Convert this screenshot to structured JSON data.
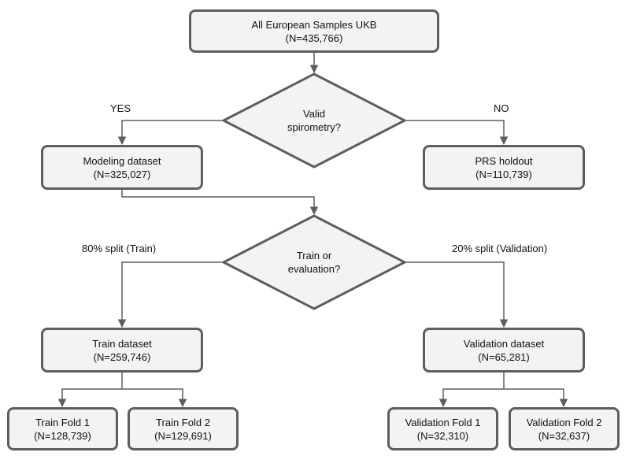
{
  "nodes": {
    "all_samples": {
      "line1": "All European Samples UKB",
      "line2": "(N=435,766)"
    },
    "spirometry_decision": {
      "line1": "Valid",
      "line2": "spirometry?"
    },
    "modeling": {
      "line1": "Modeling dataset",
      "line2": "(N=325,027)"
    },
    "prs_holdout": {
      "line1": "PRS holdout",
      "line2": "(N=110,739)"
    },
    "train_eval_decision": {
      "line1": "Train or",
      "line2": "evaluation?"
    },
    "train": {
      "line1": "Train dataset",
      "line2": "(N=259,746)"
    },
    "validation": {
      "line1": "Validation dataset",
      "line2": "(N=65,281)"
    },
    "train_fold1": {
      "line1": "Train Fold 1",
      "line2": "(N=128,739)"
    },
    "train_fold2": {
      "line1": "Train Fold 2",
      "line2": "(N=129,691)"
    },
    "val_fold1": {
      "line1": "Validation Fold 1",
      "line2": "(N=32,310)"
    },
    "val_fold2": {
      "line1": "Validation Fold 2",
      "line2": "(N=32,637)"
    }
  },
  "edge_labels": {
    "yes": "YES",
    "no": "NO",
    "train_split": "80% split (Train)",
    "validation_split": "20% split (Validation)"
  },
  "colors": {
    "box_fill": "#f3f3f3",
    "stroke": "#5e5e5e",
    "text": "#111111"
  }
}
